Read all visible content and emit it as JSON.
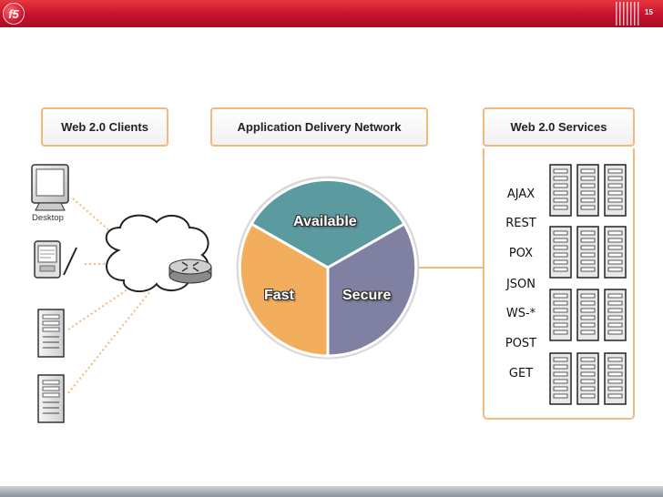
{
  "slide": {
    "page_number": "15"
  },
  "columns": {
    "clients": {
      "title": "Web 2.0 Clients"
    },
    "network": {
      "title": "Application Delivery Network"
    },
    "services": {
      "title": "Web 2.0 Services",
      "items": [
        "AJAX",
        "REST",
        "POX",
        "JSON",
        "WS-*",
        "POST",
        "GET"
      ]
    }
  },
  "clients": {
    "desktop_label": "Desktop"
  },
  "pie": {
    "segments": [
      {
        "label": "Available",
        "color": "#5b9b9f"
      },
      {
        "label": "Fast",
        "color": "#f2ae5c"
      },
      {
        "label": "Secure",
        "color": "#7f80a2"
      }
    ]
  },
  "colors": {
    "brand_red": "#c8102e",
    "box_border": "#f2b87c",
    "dotted_line": "#f2b87c"
  }
}
